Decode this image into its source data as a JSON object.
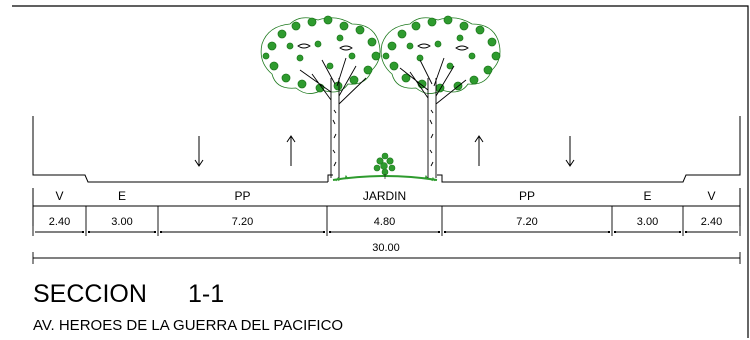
{
  "section": {
    "title": "SECCION",
    "number": "1-1",
    "subtitle": "AV. HEROES DE LA GUERRA DEL PACIFICO"
  },
  "zones": [
    {
      "label": "V",
      "width": "2.40"
    },
    {
      "label": "E",
      "width": "3.00"
    },
    {
      "label": "PP",
      "width": "7.20"
    },
    {
      "label": "JARDIN",
      "width": "4.80"
    },
    {
      "label": "PP",
      "width": "7.20"
    },
    {
      "label": "E",
      "width": "3.00"
    },
    {
      "label": "V",
      "width": "2.40"
    }
  ],
  "total_width": "30.00",
  "colors": {
    "lines": "#000000",
    "foliage": "#2e9b2e",
    "foliage_dark": "#1f7a1f",
    "trunk": "#000000",
    "grass": "#2e9b2e"
  },
  "icons": [
    "tree-icon",
    "shrub-icon",
    "traffic-arrow-down-icon",
    "traffic-arrow-up-icon"
  ]
}
